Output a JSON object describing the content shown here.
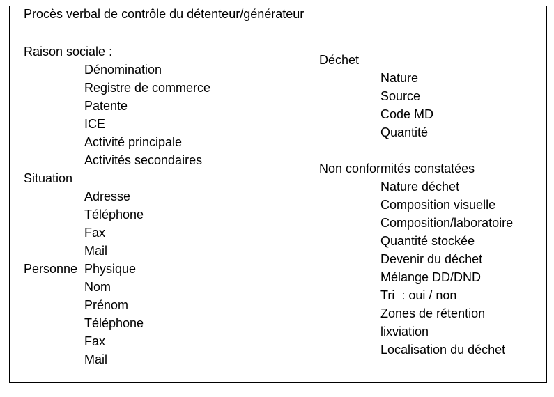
{
  "title": "Procès verbal de contrôle du détenteur/générateur",
  "left": {
    "raison_sociale": {
      "heading": "Raison sociale :",
      "items": [
        "Dénomination",
        "Registre de commerce",
        "Patente",
        "ICE",
        "Activité principale",
        "Activités secondaires"
      ]
    },
    "situation": {
      "heading": "Situation",
      "items": [
        "Adresse",
        "Téléphone",
        "Fax",
        "Mail"
      ]
    },
    "personne": {
      "heading": "Personne",
      "first_item": "Physique",
      "items": [
        "Nom",
        "Prénom",
        "Téléphone",
        "Fax",
        "Mail"
      ]
    }
  },
  "right": {
    "dechet": {
      "heading": "Déchet",
      "items": [
        "Nature",
        "Source",
        "Code MD",
        "Quantité"
      ]
    },
    "non_conformites": {
      "heading": "Non conformités constatées",
      "items": [
        "Nature déchet",
        "Composition visuelle",
        "Composition/laboratoire",
        "Quantité stockée",
        "Devenir du déchet",
        "Mélange DD/DND",
        "Tri  : oui / non",
        "Zones de rétention",
        "lixviation",
        "Localisation du déchet"
      ]
    }
  }
}
